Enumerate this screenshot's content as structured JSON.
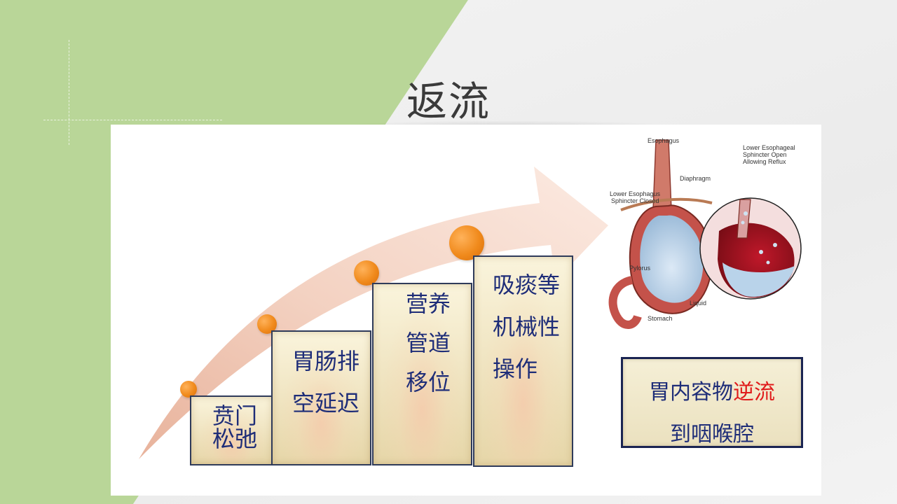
{
  "slide": {
    "title": "返流"
  },
  "steps": [
    {
      "lines": [
        "贲门",
        "松弛"
      ]
    },
    {
      "lines": [
        "胃肠排",
        "空延迟"
      ]
    },
    {
      "lines": [
        "营养",
        "管道",
        "移位"
      ]
    },
    {
      "lines": [
        "吸痰等",
        "机械性",
        "操作"
      ]
    }
  ],
  "result": {
    "line1_pre": "胃内容物",
    "line1_highlight": "逆流",
    "line2": "到咽喉腔"
  },
  "illustration": {
    "labels": {
      "esophagus": "Esophagus",
      "diaphragm": "Diaphragm",
      "les_closed_1": "Lower Esophagus",
      "les_closed_2": "Sphincter Closed",
      "les_open_1": "Lower Esophageal",
      "les_open_2": "Sphincter Open",
      "les_open_3": "Allowing Reflux",
      "pylorus": "Pylorus",
      "liquid": "Liquid",
      "stomach": "Stomach"
    }
  },
  "colors": {
    "green_band": "#b9d698",
    "step_text": "#1e2d78",
    "highlight": "#e01b1b",
    "dot": "#f08a1c"
  }
}
